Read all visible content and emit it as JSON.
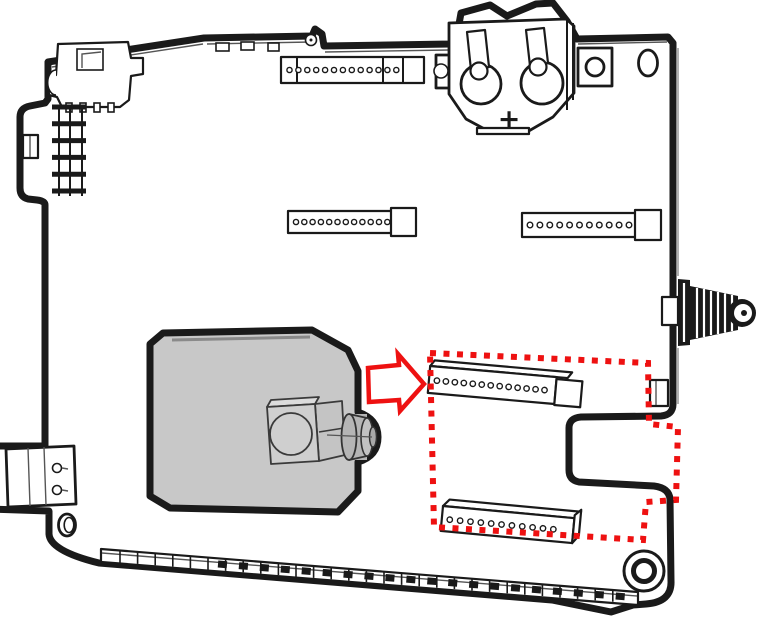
{
  "colors": {
    "ink": "#1a1a1a",
    "red": "#ee1111",
    "gray": "#c8c8c8"
  },
  "battery": {
    "polarity_label": "+"
  },
  "pin_headers": {
    "top": {
      "holes": 13
    },
    "mid_left": {
      "holes": 12
    },
    "mid_right": {
      "holes": 11
    },
    "highlight_top": {
      "holes": 13
    },
    "highlight_bottom": {
      "holes": 11
    }
  },
  "edge_strip": {
    "segments": 29
  },
  "ladder": {
    "rungs": 6
  },
  "annotations": {
    "arrow_direction": "right",
    "highlight_shape": "dotted-outline"
  }
}
